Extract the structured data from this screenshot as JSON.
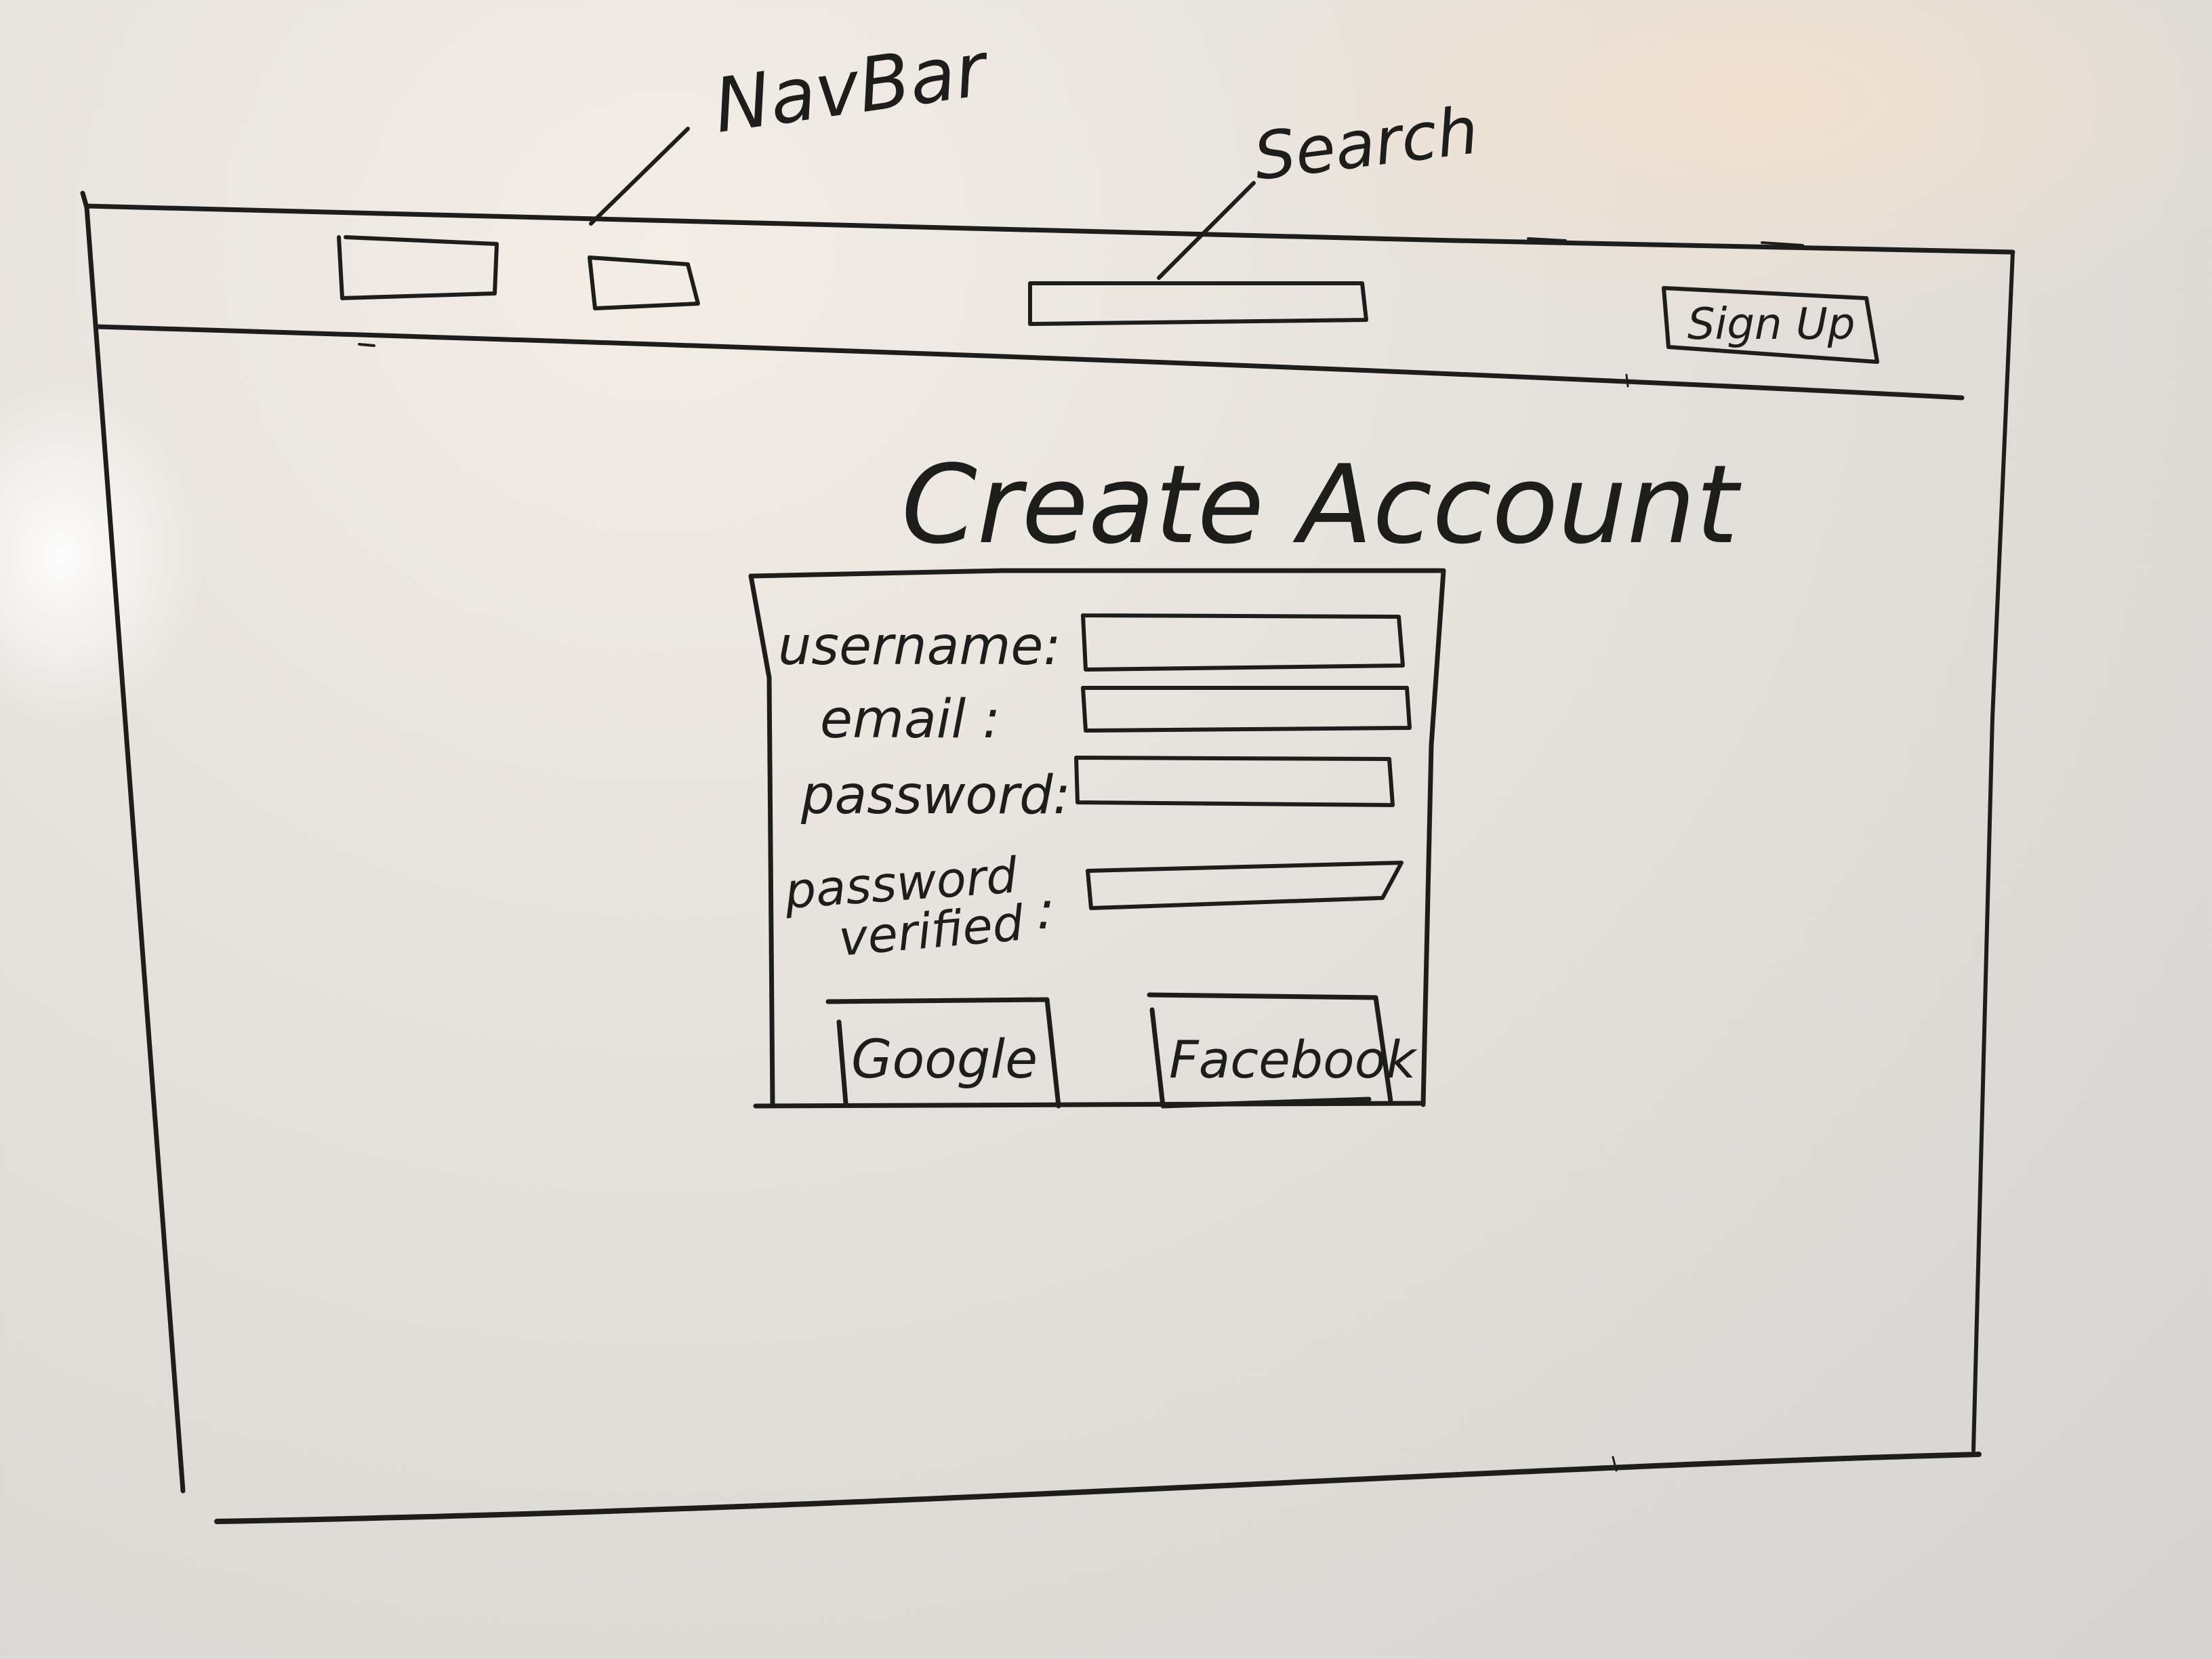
{
  "annotations": {
    "navbar": "NavBar",
    "search": "Search"
  },
  "navbar": {
    "signup_button": "Sign Up"
  },
  "form": {
    "title": "Create Account",
    "fields": [
      {
        "label": "username:"
      },
      {
        "label": "email :"
      },
      {
        "label": "password:"
      },
      {
        "label_line1": "password",
        "label_line2": "verified",
        "colon": ":"
      }
    ],
    "google_button": "Google",
    "facebook_button": "Facebook"
  },
  "colors": {
    "ink": "#1d1d1b",
    "whiteboard": "#e4e0db"
  }
}
